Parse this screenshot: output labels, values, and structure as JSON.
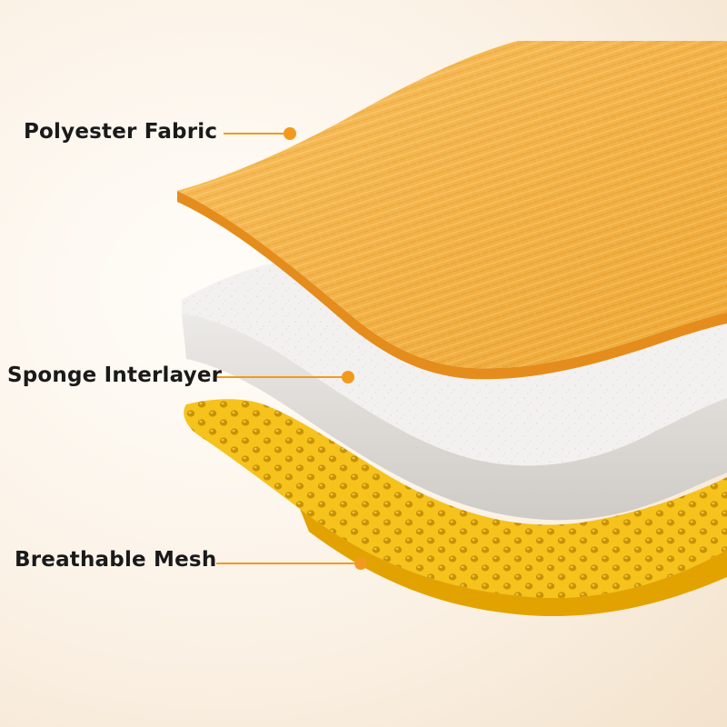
{
  "layers": [
    {
      "label": "Polyester Fabric",
      "color": "#f7b23e"
    },
    {
      "label": "Sponge Interlayer",
      "color": "#f2f0ee"
    },
    {
      "label": "Breathable Mesh",
      "color": "#f6c21c"
    }
  ],
  "accent_color": "#f29a1e"
}
